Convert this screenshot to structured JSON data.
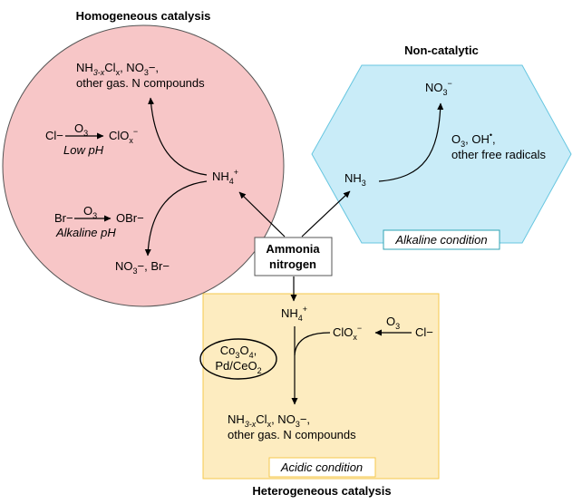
{
  "colors": {
    "homogeneous_fill": "#f7c6c7",
    "noncatalytic_fill": "#c9ecf8",
    "heterogeneous_fill": "#fdecc0",
    "heterogeneous_border": "#f5c84e",
    "condition_label_border": "#2fa3b5",
    "hex_border": "#67c6e0",
    "circle_border": "#555555"
  },
  "center": {
    "label_line1": "Ammonia",
    "label_line2": "nitrogen"
  },
  "homogeneous": {
    "title": "Homogeneous catalysis",
    "product_line1_a": "NH",
    "product_line1_sub1": "3-x",
    "product_line1_b": "Cl",
    "product_line1_sub2": "x",
    "product_line1_c": ", NO",
    "product_line1_sub3": "3",
    "product_line1_d": "−,",
    "product_line2": "other gas. N compounds",
    "reactant": "NH",
    "reactant_sub": "4",
    "reactant_sup": "+",
    "cl_reactant": "Cl−",
    "cl_oxidant": "O",
    "cl_oxidant_sub": "3",
    "cl_condition": "Low pH",
    "cl_product": "ClO",
    "cl_product_sub": "x",
    "cl_product_sup": "−",
    "br_reactant": "Br−",
    "br_oxidant": "O",
    "br_oxidant_sub": "3",
    "br_condition": "Alkaline pH",
    "br_product": "OBr−",
    "bottom_product_a": "NO",
    "bottom_product_sub": "3",
    "bottom_product_b": "−, Br−"
  },
  "noncatalytic": {
    "title": "Non-catalytic",
    "product": "NO",
    "product_sub": "3",
    "product_sup": "−",
    "reactant": "NH",
    "reactant_sub": "3",
    "oxidant_line1": "O",
    "oxidant_line1_sub": "3",
    "oxidant_line1_b": ", OH",
    "oxidant_line1_sup": "•",
    "oxidant_line1_c": ",",
    "oxidant_line2": "other free radicals",
    "condition": "Alkaline condition"
  },
  "heterogeneous": {
    "title": "Heterogeneous catalysis",
    "reactant": "NH",
    "reactant_sub": "4",
    "reactant_sup": "+",
    "oxidant_product": "ClO",
    "oxidant_product_sub": "x",
    "oxidant_product_sup": "−",
    "ozone": "O",
    "ozone_sub": "3",
    "chloride": "Cl−",
    "catalyst_line1_a": "Co",
    "catalyst_line1_sub1": "3",
    "catalyst_line1_b": "O",
    "catalyst_line1_sub2": "4",
    "catalyst_line1_c": ",",
    "catalyst_line2_a": "Pd/CeO",
    "catalyst_line2_sub": "2",
    "product_line1_a": "NH",
    "product_line1_sub1": "3-x",
    "product_line1_b": "Cl",
    "product_line1_sub2": "x",
    "product_line1_c": ", NO",
    "product_line1_sub3": "3",
    "product_line1_d": "−,",
    "product_line2": "other gas. N compounds",
    "condition": "Acidic condition"
  }
}
